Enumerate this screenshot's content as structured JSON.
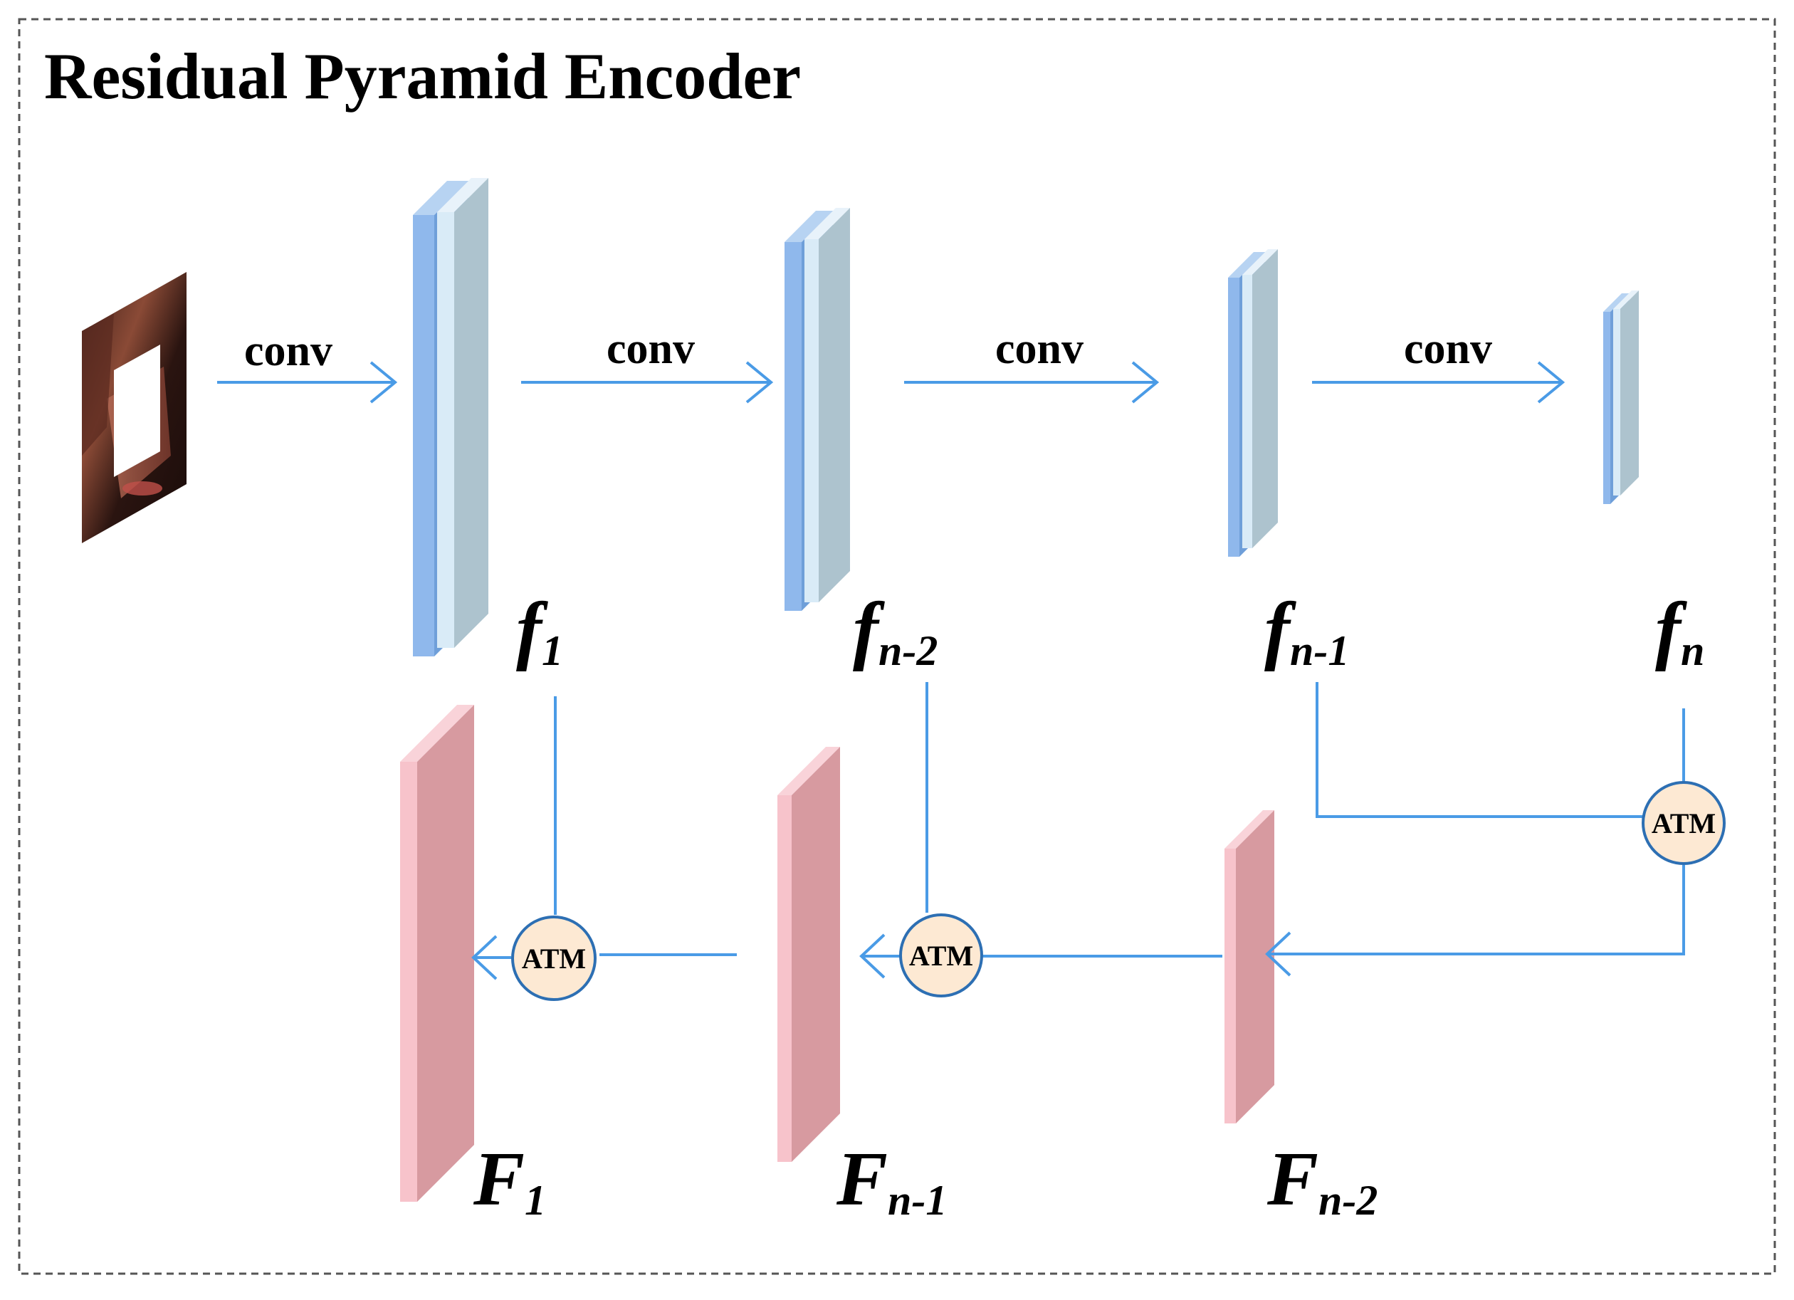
{
  "title": "Residual Pyramid Encoder",
  "conv_label": "conv",
  "atm_label": "ATM",
  "encoder_features": [
    {
      "main": "f",
      "sub": "1"
    },
    {
      "main": "f",
      "sub": "n-2"
    },
    {
      "main": "f",
      "sub": "n-1"
    },
    {
      "main": "f",
      "sub": "n"
    }
  ],
  "decoder_features": [
    {
      "main": "F",
      "sub": "1"
    },
    {
      "main": "F",
      "sub": "n-1"
    },
    {
      "main": "F",
      "sub": "n-2"
    }
  ],
  "colors": {
    "arrow": "#4a9be6",
    "encoder_front": "#8fb8ec",
    "encoder_mid": "#d9ebf7",
    "encoder_back": "#adc3ce",
    "decoder_front": "#f7c3cb",
    "decoder_back": "#d79aa0",
    "atm_fill": "#fde9d3",
    "atm_stroke": "#2d6fb3",
    "border": "#555555"
  }
}
